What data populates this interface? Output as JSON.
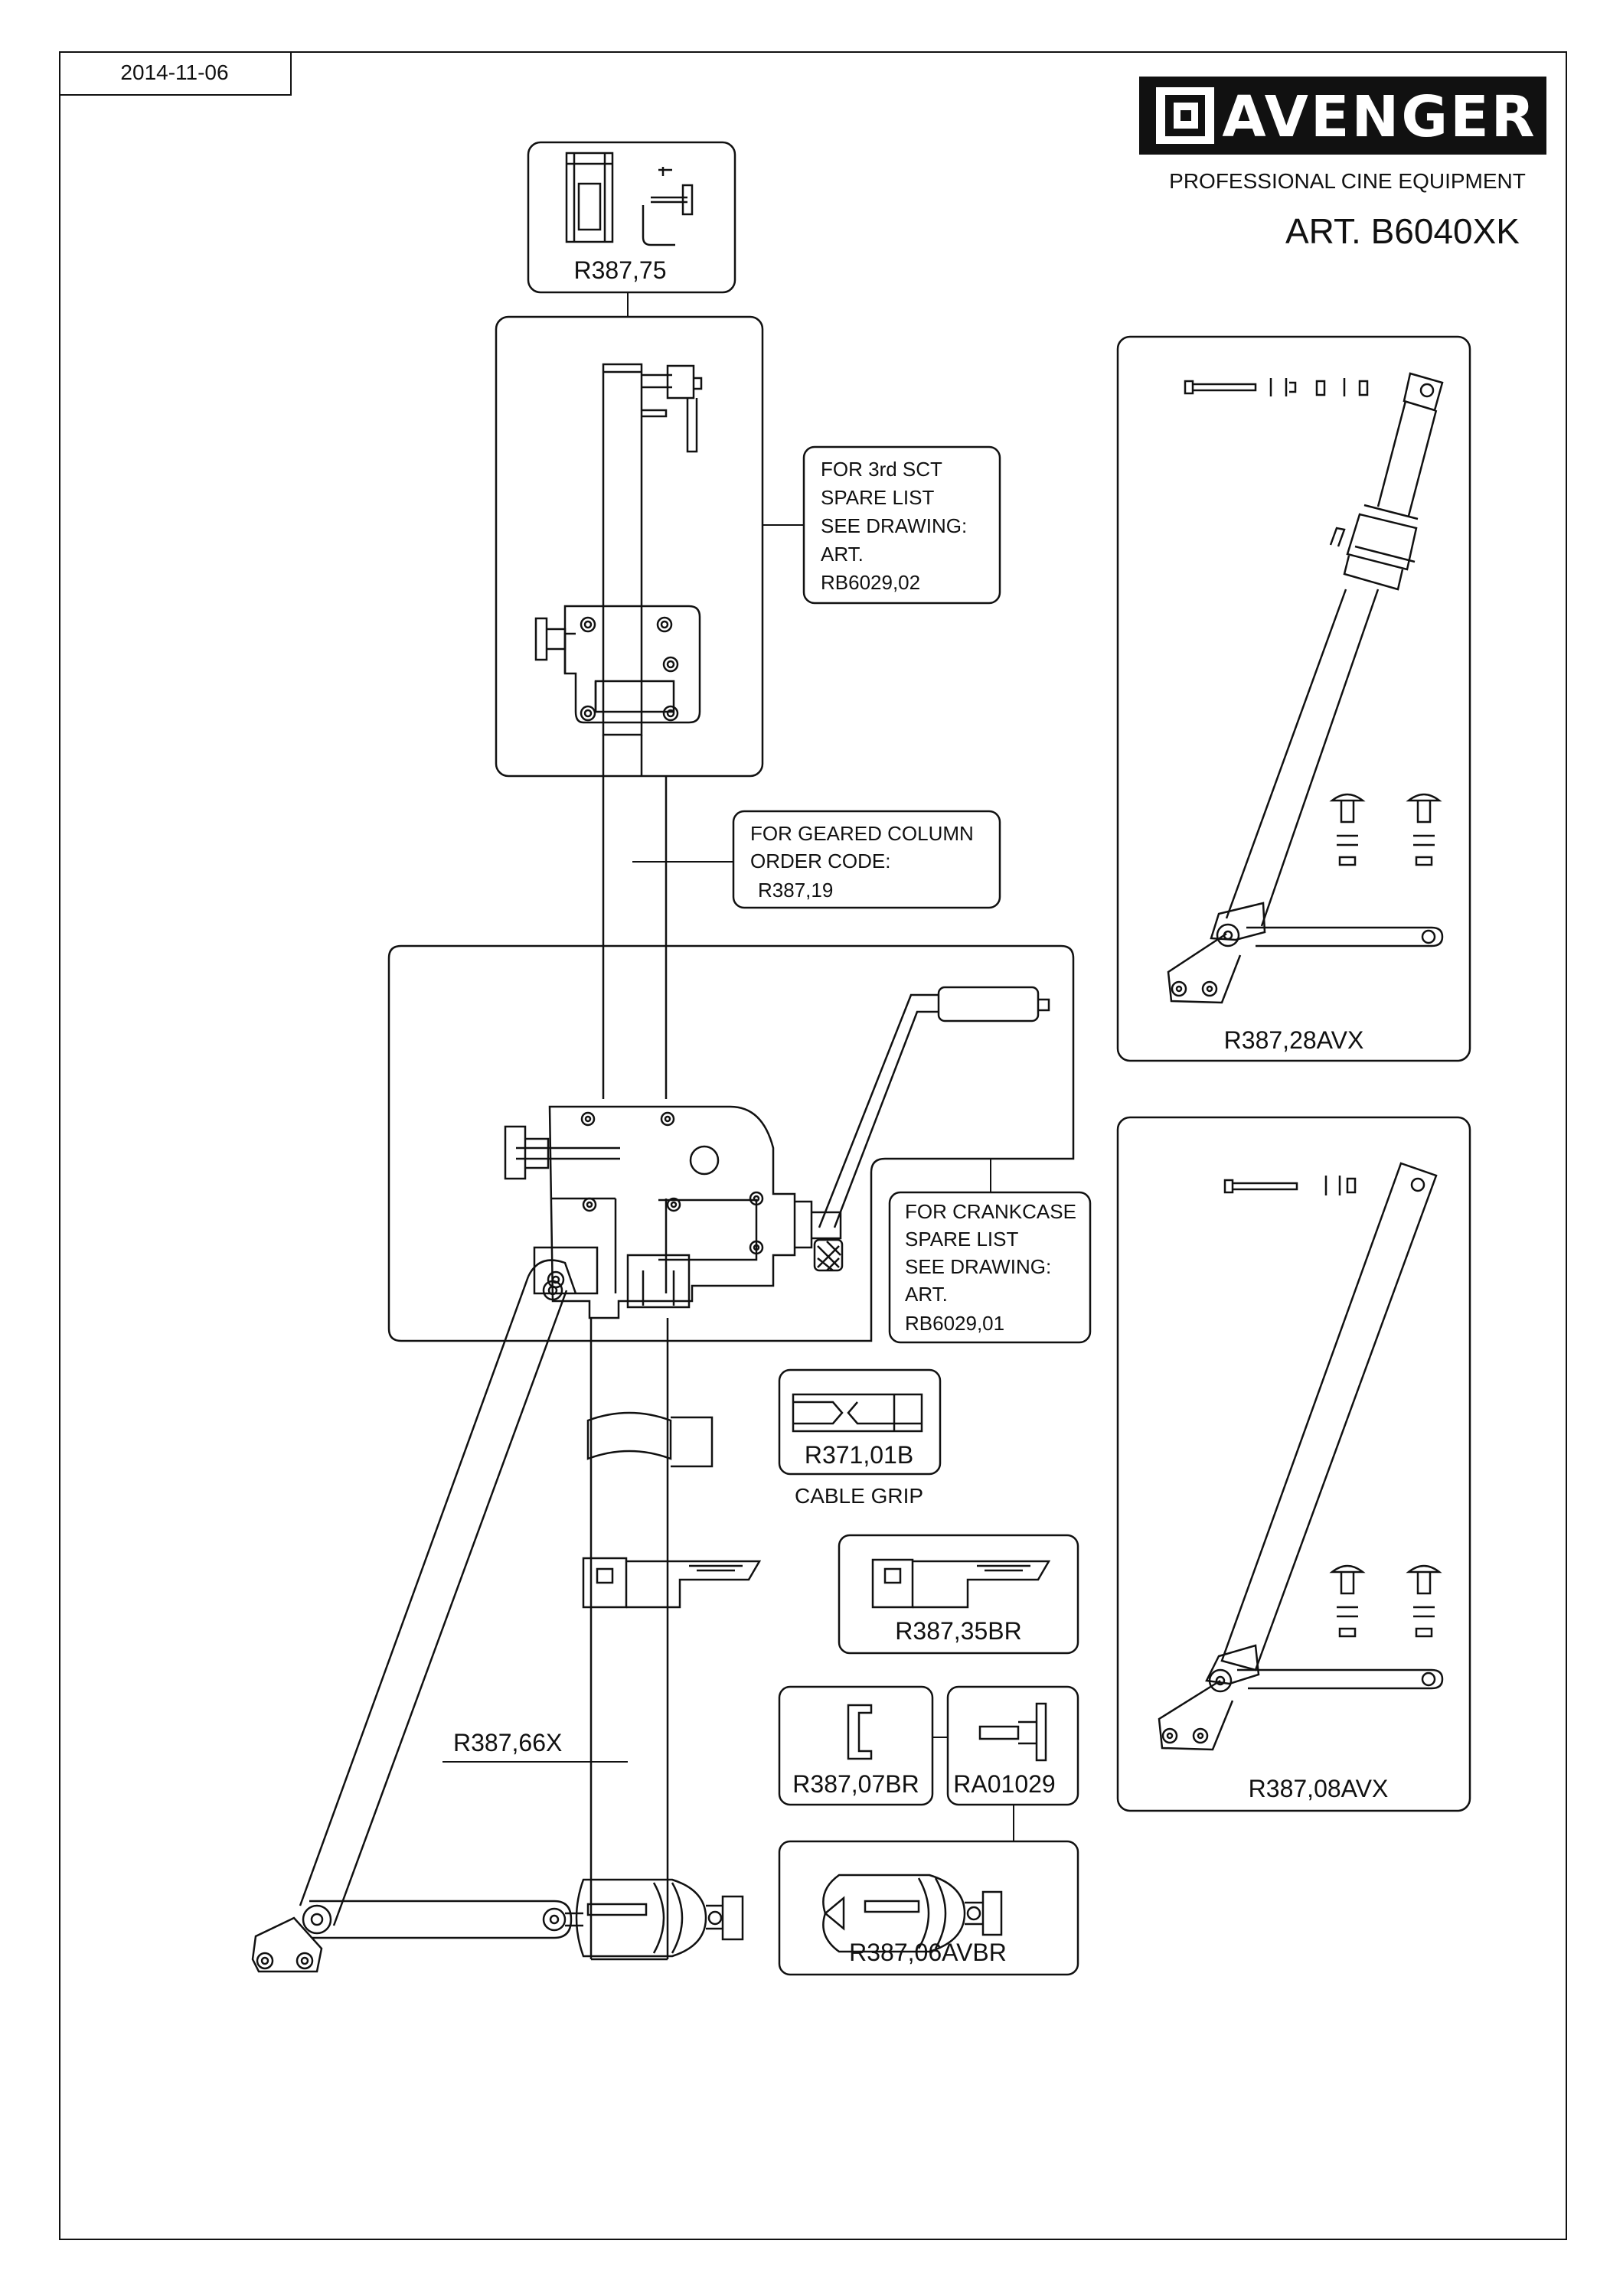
{
  "header": {
    "date": "2014-11-06",
    "brand": "AVENGER",
    "tagline": "PROFESSIONAL CINE EQUIPMENT",
    "article": "ART. B6040XK"
  },
  "parts": {
    "top_adapter": "R387,75",
    "arm_upper": "R387,28AVX",
    "arm_lower": "R387,08AVX",
    "cable_grip_code": "R371,01B",
    "cable_grip_name": "CABLE GRIP",
    "step": "R387,35BR",
    "clip": "R387,07BR",
    "knob": "RA01029",
    "clamp": "R387,06AVBR",
    "leg": "R387,66X"
  },
  "notes": {
    "third_section": [
      "FOR 3rd SCT",
      "SPARE LIST",
      "SEE DRAWING:",
      "ART.",
      "RB6029,02"
    ],
    "geared_column": [
      "FOR GEARED COLUMN",
      "ORDER CODE:",
      "R387,19"
    ],
    "crankcase": [
      "FOR CRANKCASE",
      "SPARE LIST",
      "SEE DRAWING:",
      "ART.",
      "RB6029,01"
    ]
  }
}
